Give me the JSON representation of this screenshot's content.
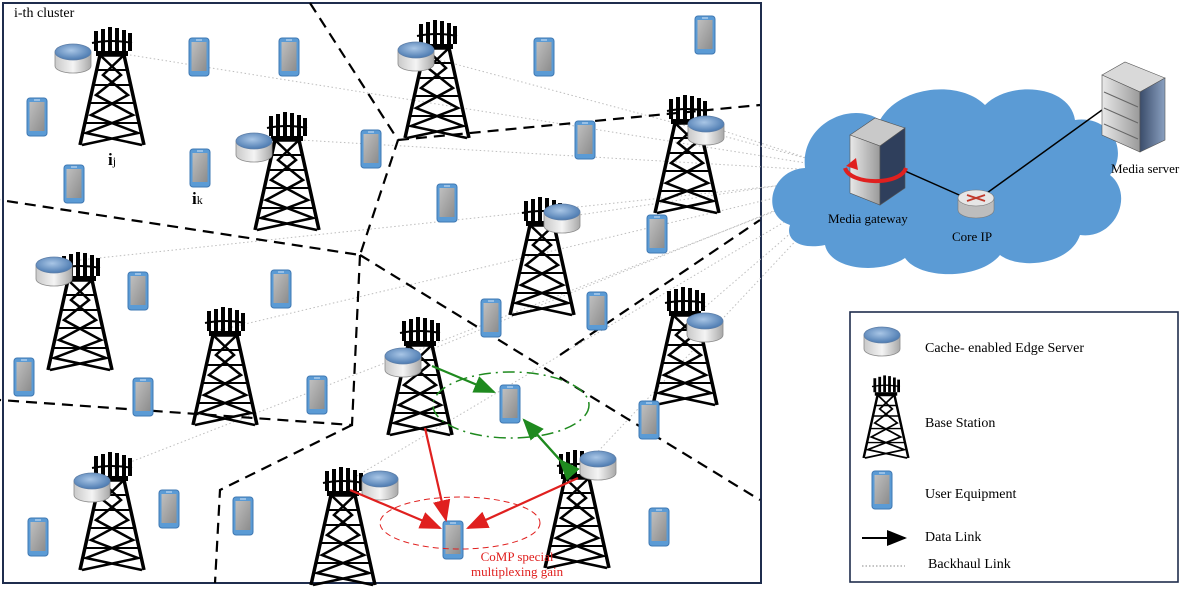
{
  "cluster_label": "i-th cluster",
  "ue_labels": {
    "ij": {
      "main": "i",
      "sub": "j"
    },
    "ik": {
      "main": "i",
      "sub": "k"
    }
  },
  "cloud": {
    "media_gateway": "Media gateway",
    "core_ip": "Core IP",
    "media_server": "Media server",
    "color": "#5b9bd5"
  },
  "comp_label": {
    "line1": "CoMP special",
    "line2": "multiplexing gain"
  },
  "legend": {
    "cache": "Cache- enabled Edge Server",
    "base_station": "Base Station",
    "user_equipment": "User Equipment",
    "data_link": "Data Link",
    "backhaul_link": "Backhaul Link"
  },
  "colors": {
    "data_link_red": "#e0201f",
    "data_link_green": "#1f8a1f",
    "border": "#1f2d4d"
  }
}
